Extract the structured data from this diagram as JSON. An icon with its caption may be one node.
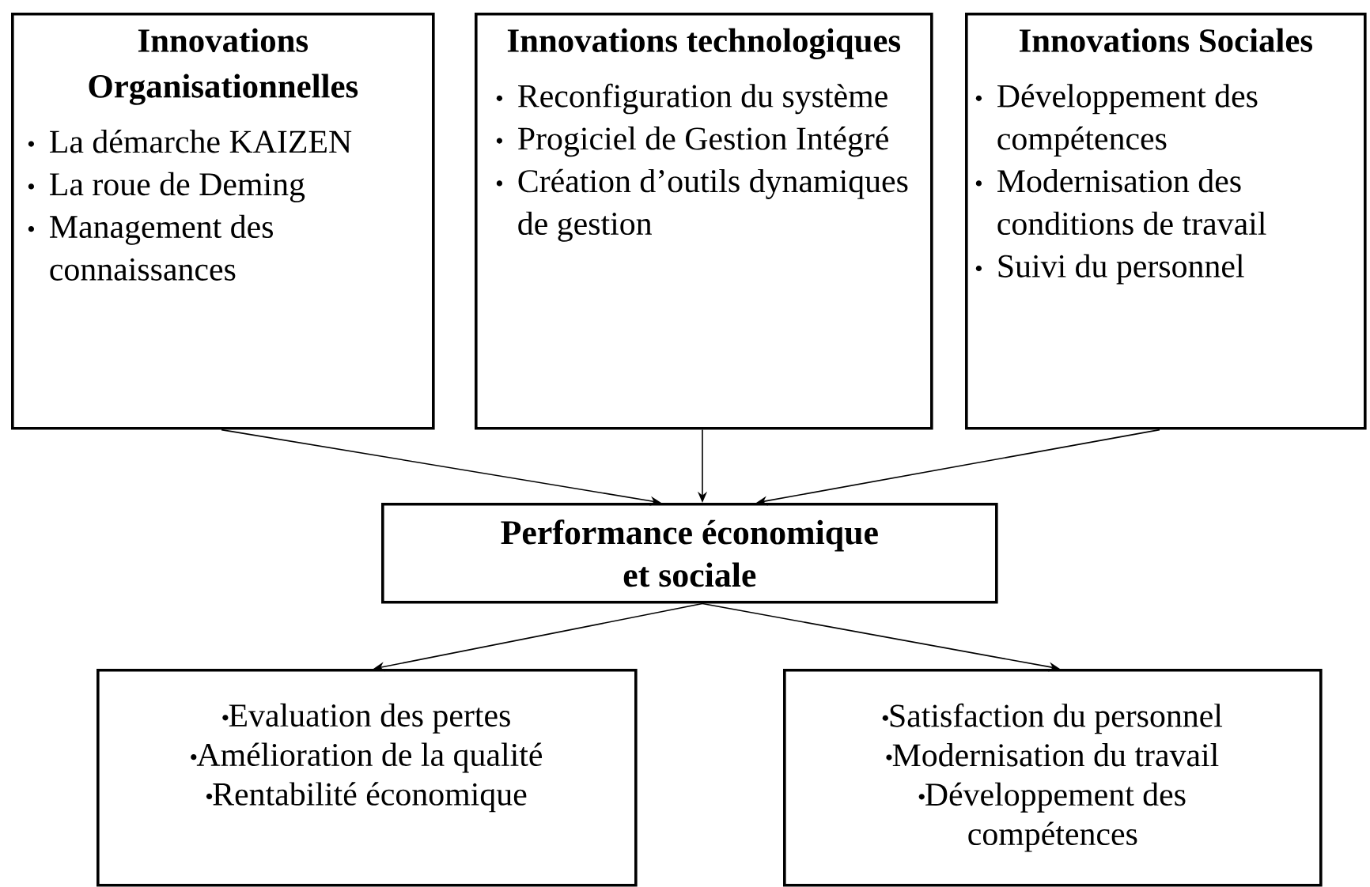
{
  "diagram": {
    "nodes": [
      {
        "text": [
          "Innovations Organisationnelles",
          "La démarche KAIZEN",
          "La roue de Deming",
          "Management des connaissances"
        ]
      },
      {
        "text": [
          "Innovations technologiques",
          "Reconfiguration du système",
          "Progiciel de Gestion Intégré",
          "Création d’outils dynamiques de gestion"
        ]
      },
      {
        "text": [
          "Innovations Sociales",
          "Développement des compétences",
          "Modernisation des conditions de travail",
          "Suivi du personnel"
        ]
      },
      {
        "text": [
          "Performance économique et sociale"
        ]
      },
      {
        "text": [
          "Evaluation des pertes",
          "Amélioration de la qualité",
          "Rentabilité économique"
        ]
      },
      {
        "text": [
          "Satisfaction du personnel",
          "Modernisation du travail",
          "Développement des compétences"
        ]
      }
    ],
    "edges": [
      {
        "from": 0,
        "to": 3,
        "arrow": "to"
      },
      {
        "from": 1,
        "to": 3,
        "arrow": "to"
      },
      {
        "from": 2,
        "to": 3,
        "arrow": "to"
      },
      {
        "from": 3,
        "to": 4,
        "arrow": "to"
      },
      {
        "from": 3,
        "to": 5,
        "arrow": "to"
      }
    ]
  }
}
